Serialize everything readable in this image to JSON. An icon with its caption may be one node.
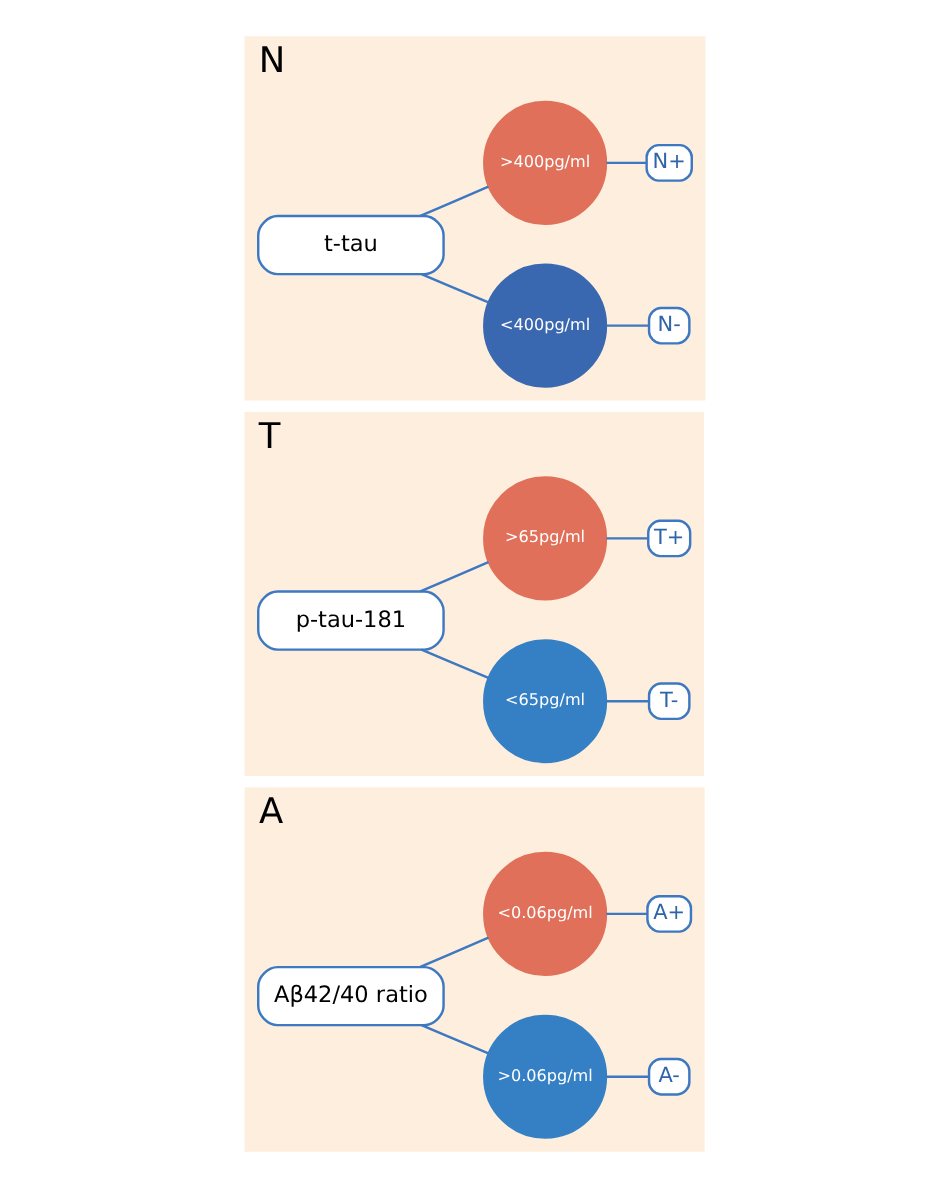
{
  "diagram": {
    "nodes": [
      {
        "text": [
          "A"
        ]
      },
      {
        "text": [
          "Aβ42/40 ratio"
        ],
        "in": 0
      },
      {
        "text": [
          ">0.06pg/ml"
        ],
        "in": 0
      },
      {
        "text": [
          "A-"
        ],
        "in": 0
      },
      {
        "text": [
          "<0.06pg/ml"
        ],
        "in": 0
      },
      {
        "text": [
          "A+"
        ],
        "in": 0
      },
      {
        "text": [
          "T"
        ]
      },
      {
        "text": [
          "p-tau-181"
        ],
        "in": 6
      },
      {
        "text": [
          "<65pg/ml"
        ],
        "in": 6
      },
      {
        "text": [
          "T-"
        ],
        "in": 6
      },
      {
        "text": [
          ">65pg/ml"
        ],
        "in": 6
      },
      {
        "text": [
          "T+"
        ],
        "in": 6
      },
      {
        "text": [
          "N"
        ]
      },
      {
        "text": [
          "t-tau"
        ],
        "in": 12
      },
      {
        "text": [
          "<400pg/ml"
        ],
        "in": 12
      },
      {
        "text": [
          "N-"
        ],
        "in": 12
      },
      {
        "text": [
          ">400pg/ml"
        ],
        "in": 12
      },
      {
        "text": [
          "N+"
        ],
        "in": 12
      }
    ],
    "edges": [
      {
        "from": 1,
        "to": 2,
        "arrow": "none"
      },
      {
        "from": 1,
        "to": 4,
        "arrow": "none"
      },
      {
        "from": 2,
        "to": 3,
        "arrow": "none"
      },
      {
        "from": 4,
        "to": 5,
        "arrow": "none"
      },
      {
        "from": 7,
        "to": 8,
        "arrow": "none"
      },
      {
        "from": 7,
        "to": 10,
        "arrow": "none"
      },
      {
        "from": 8,
        "to": 9,
        "arrow": "none"
      },
      {
        "from": 10,
        "to": 11,
        "arrow": "none"
      },
      {
        "from": 13,
        "to": 14,
        "arrow": "none"
      },
      {
        "from": 13,
        "to": 16,
        "arrow": "none"
      },
      {
        "from": 14,
        "to": 15,
        "arrow": "none"
      },
      {
        "from": 16,
        "to": 17,
        "arrow": "none"
      }
    ]
  }
}
